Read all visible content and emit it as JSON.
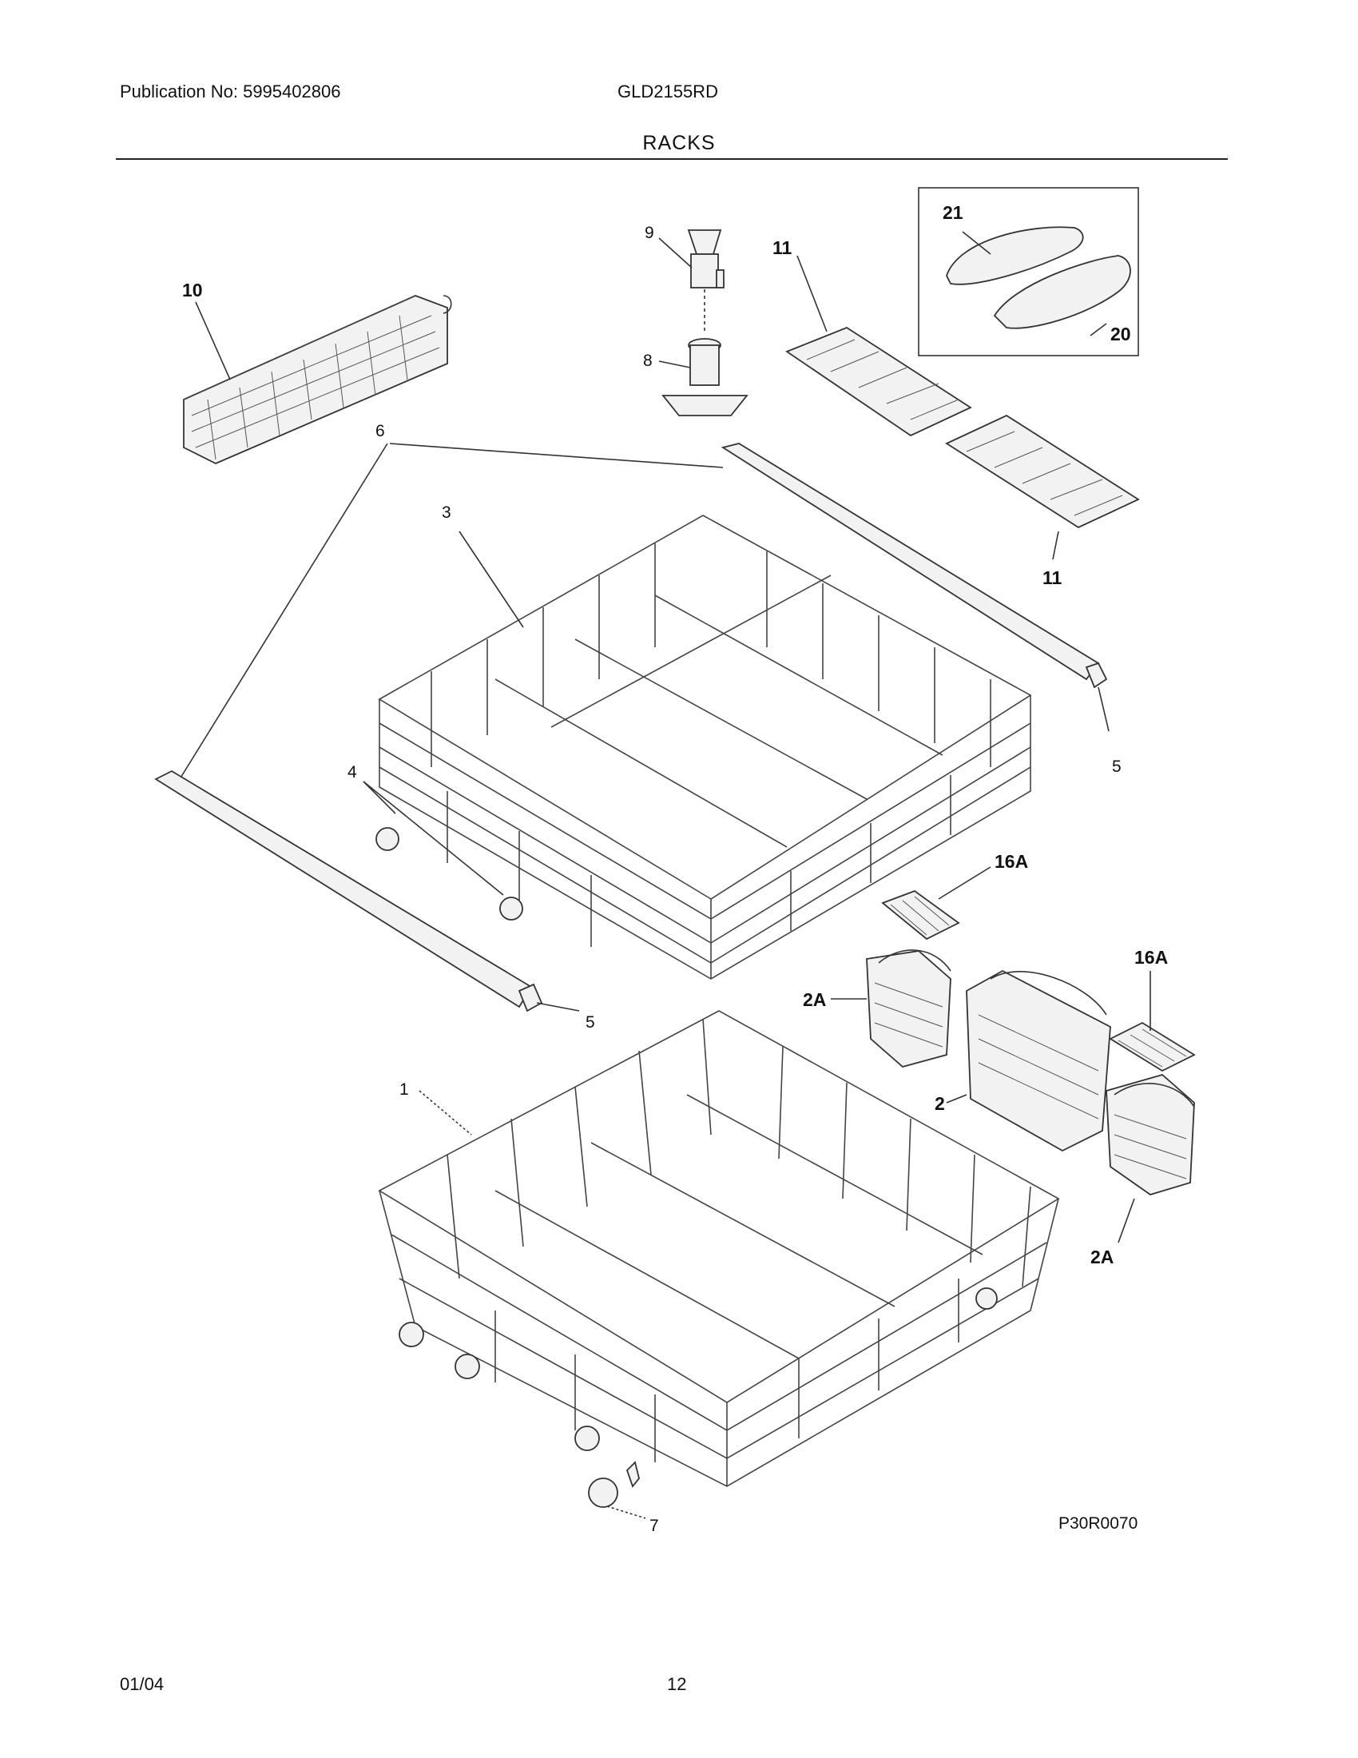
{
  "header": {
    "publication": "Publication No: 5995402806",
    "model": "GLD2155RD",
    "section_title": "RACKS"
  },
  "callouts": {
    "c10": "10",
    "c9": "9",
    "c8": "8",
    "c11a": "11",
    "c11b": "11",
    "c21": "21",
    "c20": "20",
    "c6": "6",
    "c3": "3",
    "c5a": "5",
    "c4": "4",
    "c16a": "16A",
    "c16b": "16A",
    "c2a1": "2A",
    "c2": "2",
    "c2a2": "2A",
    "c5b": "5",
    "c1": "1",
    "c7": "7"
  },
  "figure_code": "P30R0070",
  "footer": {
    "date": "01/04",
    "page_number": "12"
  }
}
